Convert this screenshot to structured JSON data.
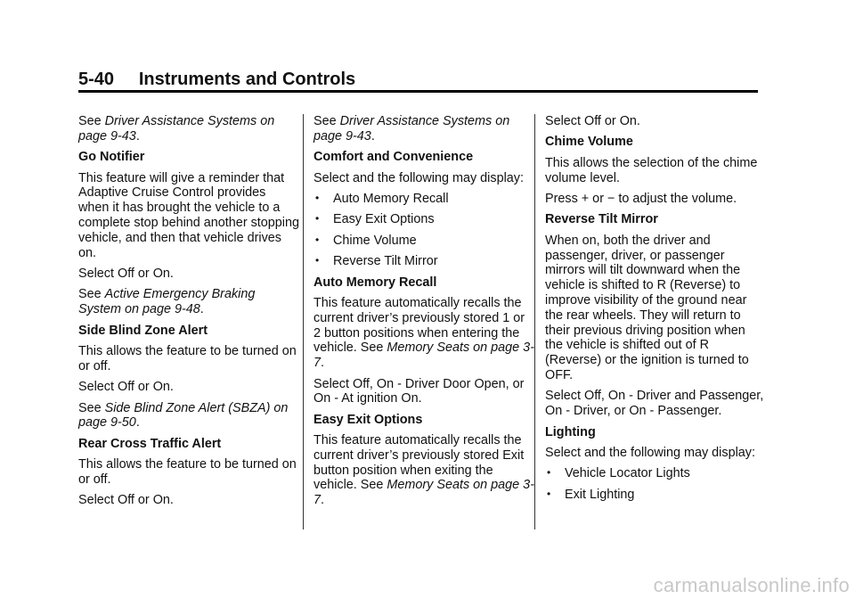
{
  "header": {
    "title": "5-40     Instruments and Controls"
  },
  "col1": {
    "p1_pre": "See ",
    "p1_ref": "Driver Assistance Systems on page 9-43",
    "p1_post": ".",
    "h_go": "Go Notifier",
    "p_go": "This feature will give a reminder that Adaptive Cruise Control provides when it has brought the vehicle to a complete stop behind another stopping vehicle, and then that vehicle drives on.",
    "p_select1": "Select Off or On.",
    "p_see2_pre": "See ",
    "p_see2_ref": "Active Emergency Braking System on page 9-48",
    "p_see2_post": ".",
    "h_sbza": "Side Blind Zone Alert",
    "p_sbza": "This allows the feature to be turned on or off.",
    "p_select2": "Select Off or On.",
    "p_see3_pre": "See ",
    "p_see3_ref": "Side Blind Zone Alert (SBZA) on page 9-50",
    "p_see3_post": ".",
    "h_rcta": "Rear Cross Traffic Alert",
    "p_rcta": "This allows the feature to be turned on or off.",
    "p_select3": "Select Off or On."
  },
  "col2": {
    "p1_pre": "See ",
    "p1_ref": "Driver Assistance Systems on page 9-43",
    "p1_post": ".",
    "h_comfort": "Comfort and Convenience",
    "p_comfort": "Select and the following may display:",
    "bullets": [
      "Auto Memory Recall",
      "Easy Exit Options",
      "Chime Volume",
      "Reverse Tilt Mirror"
    ],
    "h_amr": "Auto Memory Recall",
    "p_amr_pre": "This feature automatically recalls the current driver’s previously stored 1 or 2 button positions when entering the vehicle. See ",
    "p_amr_ref": "Memory Seats on page 3-7",
    "p_amr_post": ".",
    "p_amr_select": "Select Off, On - Driver Door Open, or On - At ignition On.",
    "h_eeo": "Easy Exit Options",
    "p_eeo_pre": "This feature automatically recalls the current driver’s previously stored Exit button position when exiting the vehicle. See ",
    "p_eeo_ref": "Memory Seats on page 3-7",
    "p_eeo_post": "."
  },
  "col3": {
    "p_select": "Select Off or On.",
    "h_chime": "Chime Volume",
    "p_chime": "This allows the selection of the chime volume level.",
    "p_press": "Press + or − to adjust the volume.",
    "h_rtm": "Reverse Tilt Mirror",
    "p_rtm": "When on, both the driver and passenger, driver, or passenger mirrors will tilt downward when the vehicle is shifted to R (Reverse) to improve visibility of the ground near the rear wheels. They will return to their previous driving position when the vehicle is shifted out of R (Reverse) or the ignition is turned to OFF.",
    "p_rtm_select": "Select Off, On - Driver and Passenger, On - Driver, or On - Passenger.",
    "h_lighting": "Lighting",
    "p_lighting": "Select and the following may display:",
    "bullets": [
      "Vehicle Locator Lights",
      "Exit Lighting"
    ]
  },
  "watermark": "carmanualsonline.info",
  "bullet_glyph": "•"
}
